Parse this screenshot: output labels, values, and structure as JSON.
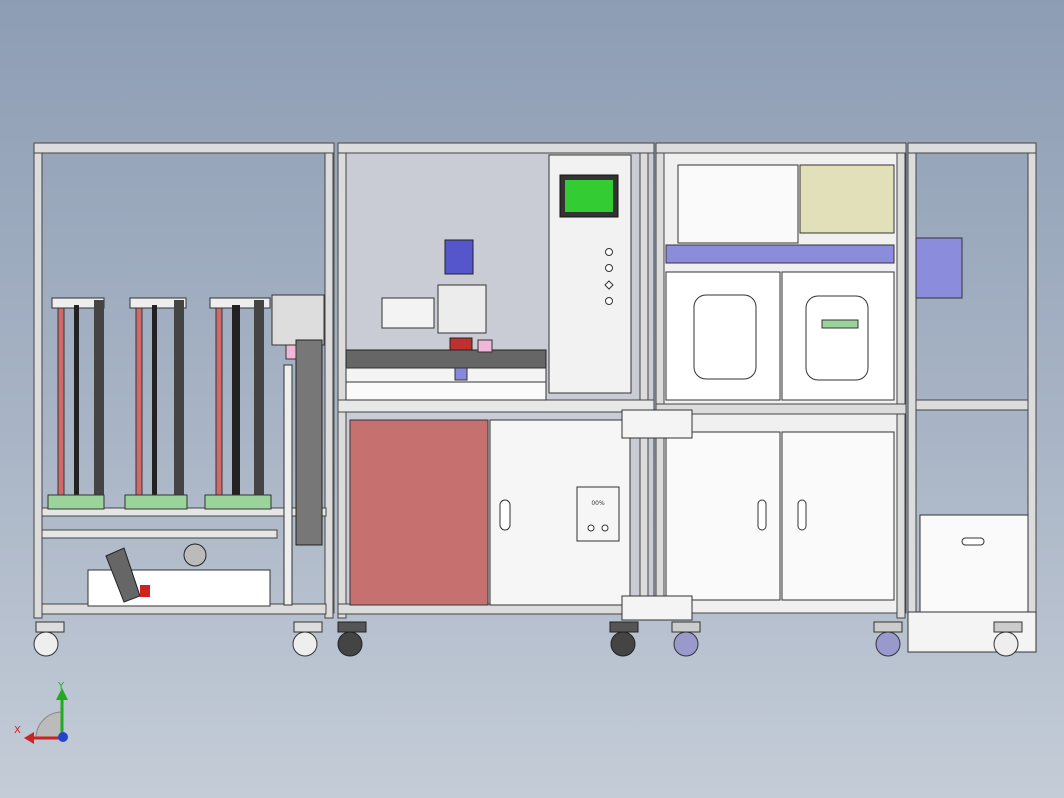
{
  "triad": {
    "x_label": "X",
    "y_label": "Y"
  },
  "control_panel": {
    "label_text": "00%"
  },
  "colors": {
    "background_top": "#8d9db4",
    "background_bottom": "#c4ccd7",
    "frame": "#dcdcdc",
    "panel_white": "#f4f4f4",
    "door_red": "#c77070",
    "hmi_screen": "#33cc33",
    "motor_blue": "#5555cc",
    "rail_blue": "#8c8cdc",
    "tan_panel": "#e2e0b8"
  }
}
